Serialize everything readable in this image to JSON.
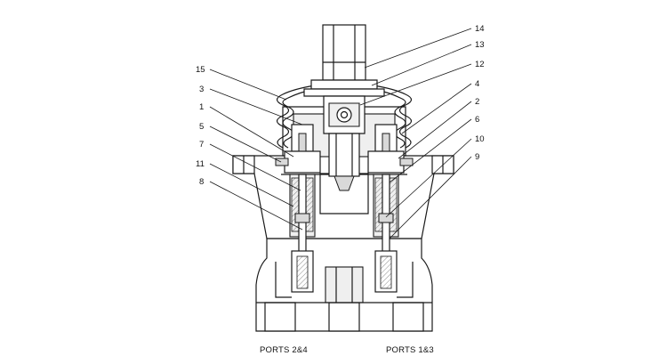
{
  "captions": {
    "left_ports": "PORTS 2&4",
    "right_ports": "PORTS 1&3"
  },
  "callouts": [
    {
      "label": "14",
      "side": "right"
    },
    {
      "label": "13",
      "side": "right"
    },
    {
      "label": "12",
      "side": "right"
    },
    {
      "label": "4",
      "side": "right"
    },
    {
      "label": "2",
      "side": "right"
    },
    {
      "label": "6",
      "side": "right"
    },
    {
      "label": "10",
      "side": "right"
    },
    {
      "label": "9",
      "side": "right"
    },
    {
      "label": "15",
      "side": "left"
    },
    {
      "label": "3",
      "side": "left"
    },
    {
      "label": "1",
      "side": "left"
    },
    {
      "label": "5",
      "side": "left"
    },
    {
      "label": "7",
      "side": "left"
    },
    {
      "label": "11",
      "side": "left"
    },
    {
      "label": "8",
      "side": "left"
    }
  ]
}
